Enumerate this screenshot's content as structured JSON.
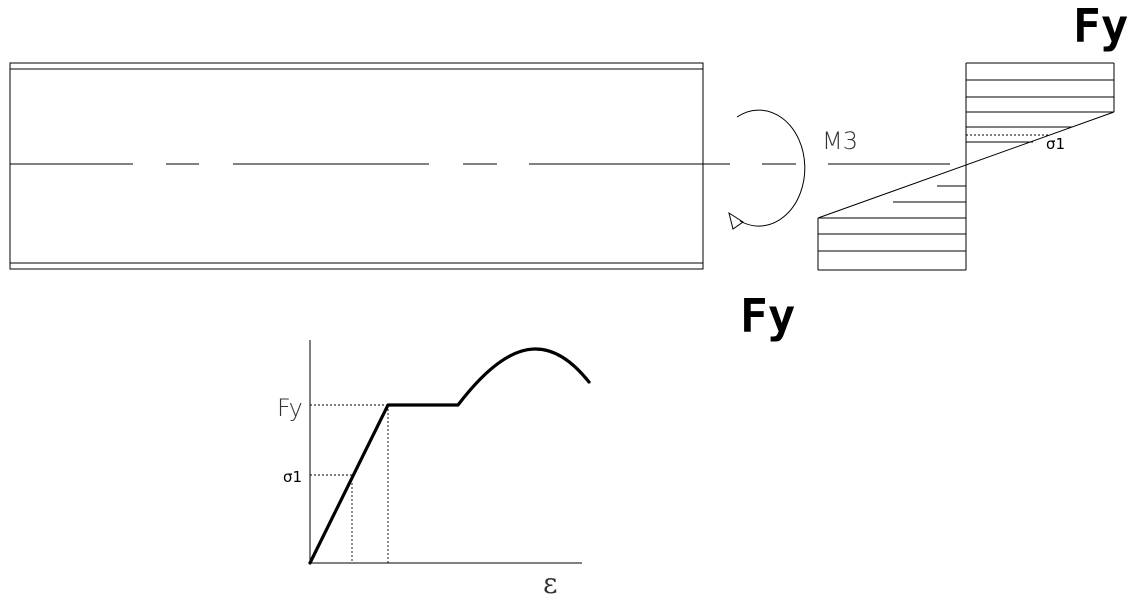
{
  "labels": {
    "fy_top": "Fy",
    "fy_bottom": "Fy",
    "moment": "M3",
    "sigma_diagram": "σ1",
    "graph_fy": "Fy",
    "graph_sigma": "σ1",
    "strain_axis": "ε"
  },
  "colors": {
    "stroke": "#000000",
    "background": "#ffffff"
  }
}
